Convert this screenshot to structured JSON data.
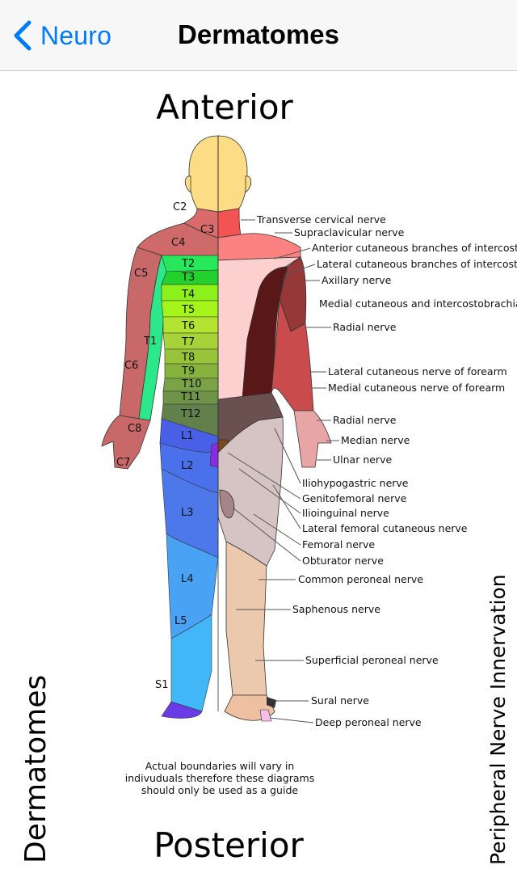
{
  "navbar": {
    "back_label": "Neuro",
    "title": "Dermatomes"
  },
  "diagram": {
    "heading_top": "Anterior",
    "heading_bottom": "Posterior",
    "side_left": "Dermatomes",
    "side_right": "Peripheral Nerve Innervation",
    "disclaimer": [
      "Actual boundaries will vary in",
      "indivuduals therefore these diagrams",
      "should only be used as a guide"
    ],
    "segments": {
      "c2": "C2",
      "c3": "C3",
      "c4": "C4",
      "c5": "C5",
      "c6": "C6",
      "c7": "C7",
      "c8": "C8",
      "t1": "T1",
      "t2": "T2",
      "t3": "T3",
      "t4": "T4",
      "t5": "T5",
      "t6": "T6",
      "t7": "T7",
      "t8": "T8",
      "t9": "T9",
      "t10": "T10",
      "t11": "T11",
      "t12": "T12",
      "l1": "L1",
      "l2": "L2",
      "l3": "L3",
      "l4": "L4",
      "l5": "L5",
      "s1": "S1"
    },
    "nerves": [
      "Transverse cervical nerve",
      "Supraclavicular nerve",
      "Anterior cutaneous branches of intercostal nerves",
      "Lateral cutaneous branches of intercostal nerves",
      "Axillary nerve",
      "Medial cutaneous and intercostobrachial nerves",
      "Radial nerve",
      "Lateral cutaneous nerve of forearm",
      "Medial cutaneous nerve of forearm",
      "Radial nerve",
      "Median nerve",
      "Ulnar nerve",
      "Iliohypogastric nerve",
      "Genitofemoral nerve",
      "Ilioinguinal nerve",
      "Lateral femoral cutaneous nerve",
      "Femoral nerve",
      "Obturator nerve",
      "Common peroneal nerve",
      "Saphenous nerve",
      "Superficial peroneal nerve",
      "Sural nerve",
      "Deep peroneal nerve"
    ]
  }
}
